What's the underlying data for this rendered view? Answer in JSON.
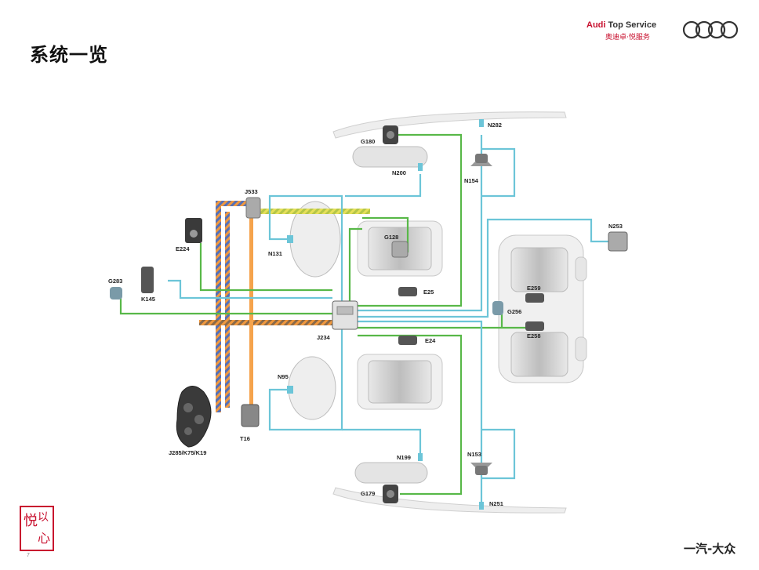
{
  "slide": {
    "title": "系统一览",
    "page_number": "7"
  },
  "header": {
    "brand_prefix": "Audi",
    "brand_suffix": "Top Service",
    "brand_chinese": "奥迪卓·悦服务",
    "logo": "audi-rings-logo"
  },
  "footer": {
    "brand": "一汽-大众",
    "seal_text": "以心悦"
  },
  "colors": {
    "bus_green": "#58b848",
    "bus_cyan": "#6cc5d8",
    "bus_orange": "#f5a34c",
    "bus_striped_orange": "#f0983e",
    "bus_striped_blue": "#5470b8",
    "bus_yellow_green": "#b4c648",
    "audi_red": "#c8102e"
  },
  "components": [
    {
      "id": "G180",
      "label": "G180"
    },
    {
      "id": "N282",
      "label": "N282"
    },
    {
      "id": "N200",
      "label": "N200"
    },
    {
      "id": "N154",
      "label": "N154"
    },
    {
      "id": "J533",
      "label": "J533"
    },
    {
      "id": "N253",
      "label": "N253"
    },
    {
      "id": "E224",
      "label": "E224"
    },
    {
      "id": "N131",
      "label": "N131"
    },
    {
      "id": "G128",
      "label": "G128"
    },
    {
      "id": "G283",
      "label": "G283"
    },
    {
      "id": "K145",
      "label": "K145"
    },
    {
      "id": "E25",
      "label": "E25"
    },
    {
      "id": "E259",
      "label": "E259"
    },
    {
      "id": "G256",
      "label": "G256"
    },
    {
      "id": "E258",
      "label": "E258"
    },
    {
      "id": "J234",
      "label": "J234"
    },
    {
      "id": "E24",
      "label": "E24"
    },
    {
      "id": "N95",
      "label": "N95"
    },
    {
      "id": "T16",
      "label": "T16"
    },
    {
      "id": "J285",
      "label": "J285/K75/K19"
    },
    {
      "id": "N199",
      "label": "N199"
    },
    {
      "id": "N153",
      "label": "N153"
    },
    {
      "id": "G179",
      "label": "G179"
    },
    {
      "id": "N251",
      "label": "N251"
    }
  ]
}
